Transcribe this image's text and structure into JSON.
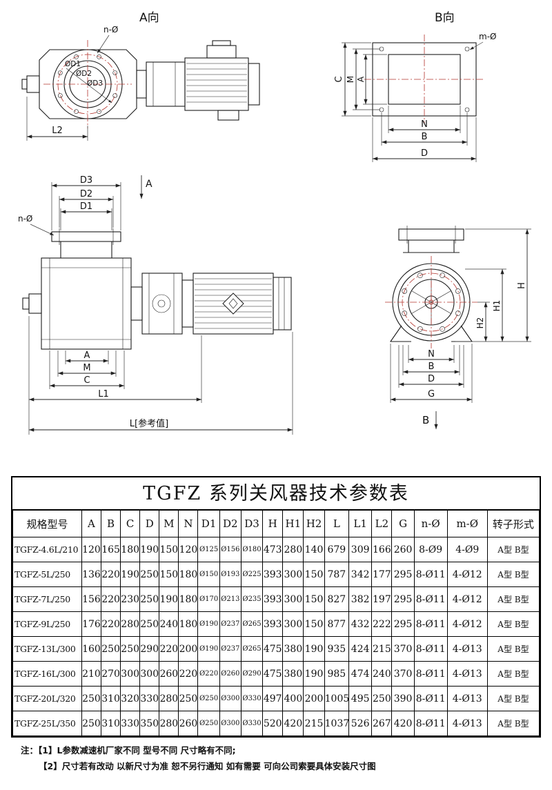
{
  "drawing": {
    "view_a": "A向",
    "view_b": "B向",
    "n_phi": "n-Ø",
    "m_phi": "m-Ø",
    "phi_d1": "ØD1",
    "phi_d2": "ØD2",
    "phi_d3": "ØD3",
    "dim_d1": "D1",
    "dim_d2": "D2",
    "dim_d3": "D3",
    "dim_a": "A",
    "dim_b": "B",
    "dim_c": "C",
    "dim_d": "D",
    "dim_m": "M",
    "dim_n": "N",
    "dim_g": "G",
    "dim_h": "H",
    "dim_h1": "H1",
    "dim_h2": "H2",
    "dim_l1": "L1",
    "dim_l2": "L2",
    "dim_l_ref": "L[参考值]",
    "section_a": "A",
    "section_b": "B"
  },
  "table": {
    "title": "TGFZ 系列关风器技术参数表",
    "headers": [
      "规格型号",
      "A",
      "B",
      "C",
      "D",
      "M",
      "N",
      "D1",
      "D2",
      "D3",
      "H",
      "H1",
      "H2",
      "L",
      "L1",
      "L2",
      "G",
      "n-Ø",
      "m-Ø",
      "转子形式"
    ],
    "rows": [
      [
        "TGFZ-4.6L/210",
        "120",
        "165",
        "180",
        "190",
        "150",
        "120",
        "Ø125",
        "Ø156",
        "Ø180",
        "473",
        "280",
        "140",
        "679",
        "309",
        "166",
        "260",
        "8-Ø9",
        "4-Ø9",
        "A型 B型"
      ],
      [
        "TGFZ-5L/250",
        "136",
        "220",
        "190",
        "250",
        "150",
        "180",
        "Ø150",
        "Ø193",
        "Ø225",
        "393",
        "300",
        "150",
        "787",
        "342",
        "177",
        "295",
        "8-Ø11",
        "4-Ø12",
        "A型 B型"
      ],
      [
        "TGFZ-7L/250",
        "156",
        "220",
        "230",
        "250",
        "190",
        "180",
        "Ø170",
        "Ø213",
        "Ø235",
        "393",
        "300",
        "150",
        "827",
        "382",
        "197",
        "295",
        "8-Ø11",
        "4-Ø12",
        "A型 B型"
      ],
      [
        "TGFZ-9L/250",
        "176",
        "220",
        "280",
        "250",
        "240",
        "180",
        "Ø190",
        "Ø237",
        "Ø265",
        "393",
        "300",
        "150",
        "877",
        "432",
        "222",
        "295",
        "8-Ø11",
        "4-Ø12",
        "A型 B型"
      ],
      [
        "TGFZ-13L/300",
        "160",
        "250",
        "250",
        "290",
        "220",
        "200",
        "Ø190",
        "Ø237",
        "Ø265",
        "475",
        "380",
        "190",
        "935",
        "424",
        "215",
        "370",
        "8-Ø11",
        "4-Ø13",
        "A型 B型"
      ],
      [
        "TGFZ-16L/300",
        "210",
        "270",
        "300",
        "300",
        "260",
        "220",
        "Ø220",
        "Ø260",
        "Ø290",
        "475",
        "380",
        "190",
        "985",
        "474",
        "240",
        "370",
        "8-Ø11",
        "4-Ø13",
        "A型 B型"
      ],
      [
        "TGFZ-20L/320",
        "250",
        "310",
        "320",
        "330",
        "280",
        "250",
        "Ø250",
        "Ø300",
        "Ø330",
        "497",
        "400",
        "200",
        "1005",
        "495",
        "250",
        "390",
        "8-Ø11",
        "4-Ø13",
        "A型 B型"
      ],
      [
        "TGFZ-25L/350",
        "250",
        "310",
        "330",
        "350",
        "280",
        "260",
        "Ø250",
        "Ø300",
        "Ø330",
        "520",
        "420",
        "215",
        "1037",
        "526",
        "267",
        "420",
        "8-Ø11",
        "4-Ø13",
        "A型 B型"
      ]
    ]
  },
  "notes": {
    "line1": "注：【1】L参数减速机厂家不同 型号不同 尺寸略有不同;",
    "line2": "【2】尺寸若有改动 以新尺寸为准 恕不另行通知 如有需要 可向公司索要具体安装尺寸图"
  }
}
